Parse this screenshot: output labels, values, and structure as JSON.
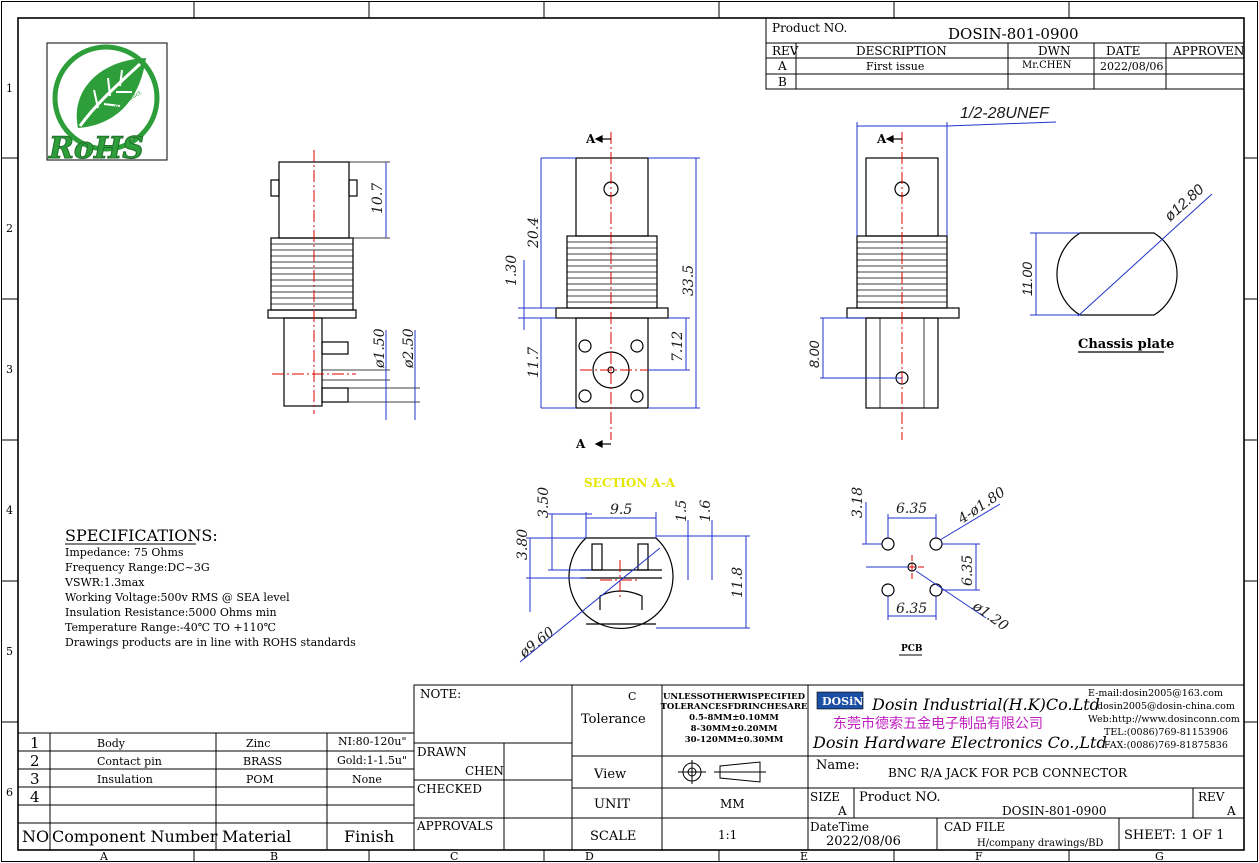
{
  "frame": {
    "zone_cols": [
      "A",
      "B",
      "C",
      "D",
      "E",
      "F",
      "G"
    ],
    "zone_rows": [
      "1",
      "2",
      "3",
      "4",
      "5",
      "6"
    ]
  },
  "logo": {
    "text": "RoHS",
    "small": "Green Product",
    "color": "#2e9e3a"
  },
  "revision_block": {
    "product_no_label": "Product NO.",
    "product_no": "DOSIN-801-0900",
    "headers": [
      "REV",
      "DESCRIPTION",
      "DWN",
      "DATE",
      "APPROVEN"
    ],
    "rows": [
      [
        "A",
        "First issue",
        "Mr.CHEN",
        "2022/08/06",
        ""
      ],
      [
        "B",
        "",
        "",
        "",
        ""
      ]
    ]
  },
  "views": {
    "section_marker": "A",
    "thread_label": "1/2-28UNEF",
    "chassis_label": "Chassis plate",
    "section_label": "SECTION A-A",
    "pcb_label": "PCB",
    "dims_side": [
      "10.7",
      "ø1.50",
      "ø2.50"
    ],
    "dims_front": [
      "20.4",
      "1.30",
      "33.5",
      "7.12",
      "11.7"
    ],
    "dims_back": [
      "8.00"
    ],
    "dims_chassis": [
      "ø12.80",
      "11.00"
    ],
    "dims_section": [
      "3.50",
      "9.5",
      "1.5",
      "1.6",
      "3.80",
      "11.8",
      "ø9.60"
    ],
    "dims_pcb": [
      "3.18",
      "6.35",
      "4-ø1.80",
      "6.35",
      "6.35",
      "ø1.20"
    ]
  },
  "specs": {
    "title": "SPECIFICATIONS:",
    "lines": [
      "Impedance: 75 Ohms",
      "Frequency Range:DC~3G",
      "VSWR:1.3max",
      "Working Voltage:500v RMS @ SEA level",
      "Insulation Resistance:5000 Ohms min",
      "Temperature Range:-40℃ TO +110℃",
      "Drawings products are in line with ROHS standards"
    ]
  },
  "bom": {
    "headers": [
      "NO",
      "Component Number",
      "Material",
      "Finish"
    ],
    "rows": [
      [
        "1",
        "Body",
        "Zinc",
        "NI:80-120u\""
      ],
      [
        "2",
        "Contact pin",
        "BRASS",
        "Gold:1-1.5u\""
      ],
      [
        "3",
        "Insulation",
        "POM",
        "None"
      ],
      [
        "4",
        "",
        "",
        ""
      ]
    ]
  },
  "title_block": {
    "note_label": "NOTE:",
    "drawn_label": "DRAWN",
    "drawn_by": "CHEN",
    "checked_label": "CHECKED",
    "approvals_label": "APPROVALS",
    "tolerance_c": "C",
    "tolerance_label": "Tolerance",
    "tolerance_lines": [
      "UNLESSOTHERWISPECIFIED",
      "TOLERANCESFDRINCHESARE",
      "0.5-8MM±0.10MM",
      "8-30MM±0.20MM",
      "30-120MM±0.30MM"
    ],
    "view_label": "View",
    "unit_label": "UNIT",
    "unit_value": "MM",
    "scale_label": "SCALE",
    "scale_value": "1:1",
    "brand_logo": "DOSiN",
    "company_hk": "Dosin Industrial(H.K)Co.Ltd",
    "company_cn": "东莞市德索五金电子制品有限公司",
    "company_hw": "Dosin Hardware Electronics Co.,Ltd",
    "contact": [
      "E-mail:dosin2005@163.com",
      "dosin2005@dosin-china.com",
      "Web:http://www.dosinconn.com",
      "TEL:(0086)769-81153906",
      "FAX:(0086)769-81875836"
    ],
    "name_label": "Name:",
    "name_value": "BNC R/A JACK FOR PCB CONNECTOR",
    "size_label": "SIZE",
    "size_value": "A",
    "product_no_label": "Product NO.",
    "product_no": "DOSIN-801-0900",
    "rev_label": "REV",
    "rev_value": "A",
    "date_label": "DateTime",
    "date_value": "2022/08/06",
    "cad_label": "CAD FILE",
    "cad_value": "H/company drawings/BD",
    "sheet": "SHEET: 1 OF 1"
  }
}
